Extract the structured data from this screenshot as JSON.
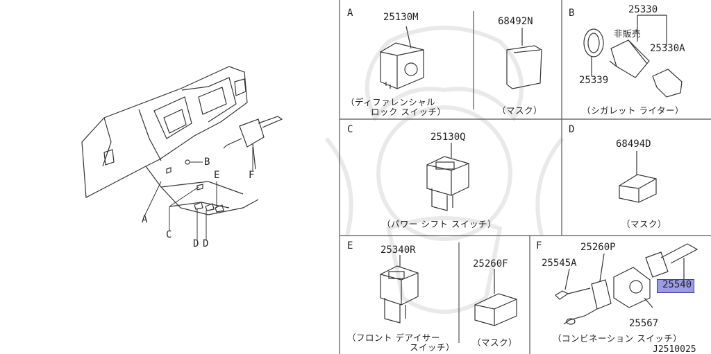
{
  "overview": {
    "callouts": {
      "a": "A",
      "b": "B",
      "c": "C",
      "d1": "D",
      "d2": "D",
      "e": "E",
      "f": "F"
    }
  },
  "panels": {
    "a": {
      "letter": "A",
      "parts": [
        {
          "number": "25130M",
          "label_line1": "（ディファレンシャル",
          "label_line2": "ロック スイッチ）"
        },
        {
          "number": "68492N",
          "label": "（マスク）"
        }
      ]
    },
    "b": {
      "letter": "B",
      "group_number": "25330",
      "note": "非販売",
      "parts": [
        "25330A",
        "25339"
      ],
      "label": "（シガレット ライター）"
    },
    "c": {
      "letter": "C",
      "part": "25130Q",
      "label": "（パワー シフト スイッチ）"
    },
    "d": {
      "letter": "D",
      "part": "68494D",
      "label": "（マスク）"
    },
    "e": {
      "letter": "E",
      "parts": [
        {
          "number": "25340R",
          "label_line1": "（フロント デアイサー",
          "label_line2": "スイッチ）"
        },
        {
          "number": "25260F",
          "label": "（マスク）"
        }
      ]
    },
    "f": {
      "letter": "F",
      "parts": [
        "25260P",
        "25545A",
        "25540",
        "25567"
      ],
      "highlighted_part": "25540",
      "label": "（コンビネーション スイッチ）"
    }
  },
  "diagram_code": "J2510025",
  "colors": {
    "line": "#333333",
    "highlight_fill": "#9b9be6",
    "highlight_border": "#3a3aa8",
    "watermark": "#e6e6e6"
  }
}
